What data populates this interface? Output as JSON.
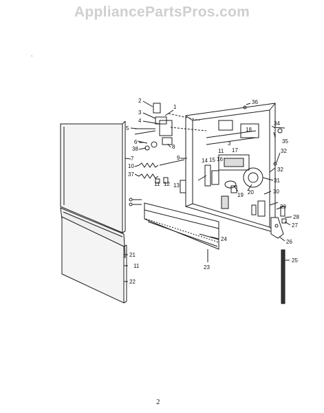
{
  "watermark": "AppliancePartsPros.com",
  "page_number": "2",
  "callouts": [
    "1",
    "2",
    "3",
    "4",
    "5",
    "6",
    "7",
    "8",
    "9",
    "10",
    "11",
    "12",
    "13",
    "14",
    "15",
    "16",
    "17",
    "18",
    "19",
    "20",
    "21",
    "22",
    "23",
    "24",
    "25",
    "26",
    "27",
    "28",
    "29",
    "30",
    "31",
    "32",
    "34",
    "35",
    "36",
    "37",
    "38"
  ],
  "colors": {
    "line": "#1a1a1a",
    "watermark": "#cfcfcf",
    "panel_shade": "#f4f4f4"
  }
}
